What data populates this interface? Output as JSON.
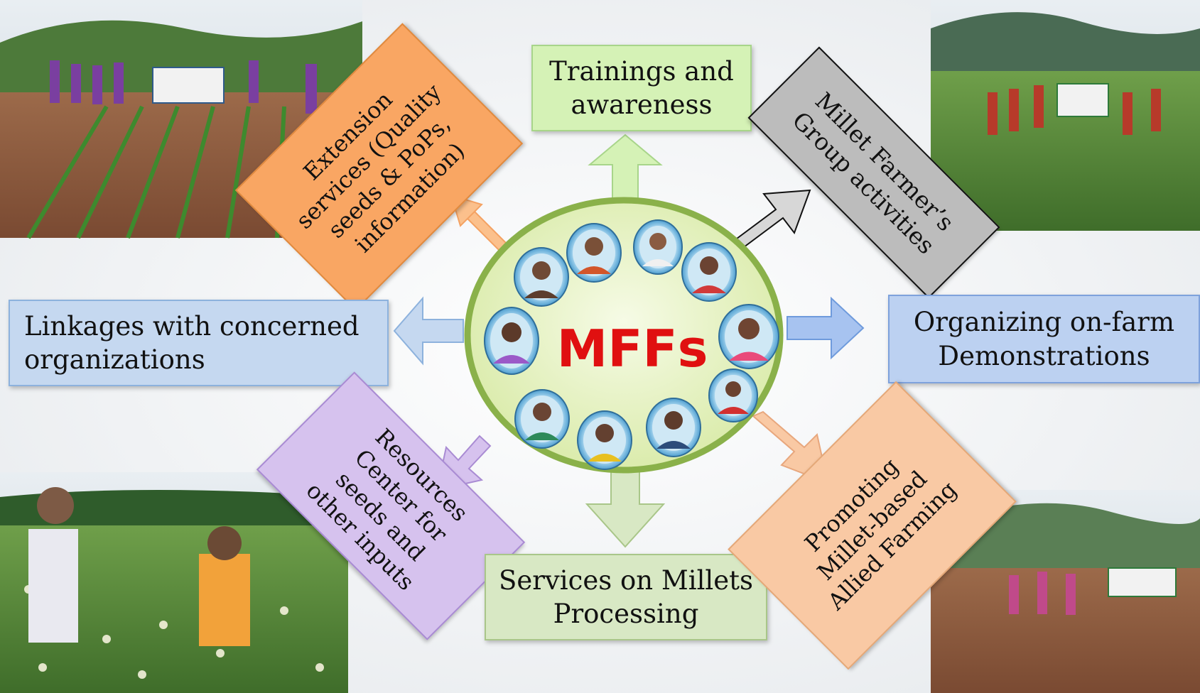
{
  "center": {
    "label": "MFFs",
    "member_photo_count": 10
  },
  "boxes": {
    "trainings": "Trainings and\nawareness",
    "extension": "Extension\nservices (Quality\nseeds & PoPs,\ninformation)",
    "group": "Millet Farmer’s\nGroup activities",
    "linkages": "Linkages with concerned\norganizations",
    "demonstrations": "Organizing  on-farm\nDemonstrations",
    "resources": "Resources\nCenter for\nseeds and\nother inputs",
    "processing": "Services on Millets\nProcessing",
    "promoting": "Promoting\nMillet-based\nAllied Farming"
  },
  "colors": {
    "ellipse_fill": "#eaf3c8",
    "ellipse_stroke": "#8ab14a",
    "mffs_text": "#e01010",
    "trainings": "#d5f2b6",
    "extension": "#f9a663",
    "group": "#bcbcbc",
    "linkages": "#c5d8f0",
    "demonstrations": "#bcd1f1",
    "resources": "#d6c2ee",
    "processing": "#d8e8c4",
    "promoting": "#f9c9a4"
  }
}
